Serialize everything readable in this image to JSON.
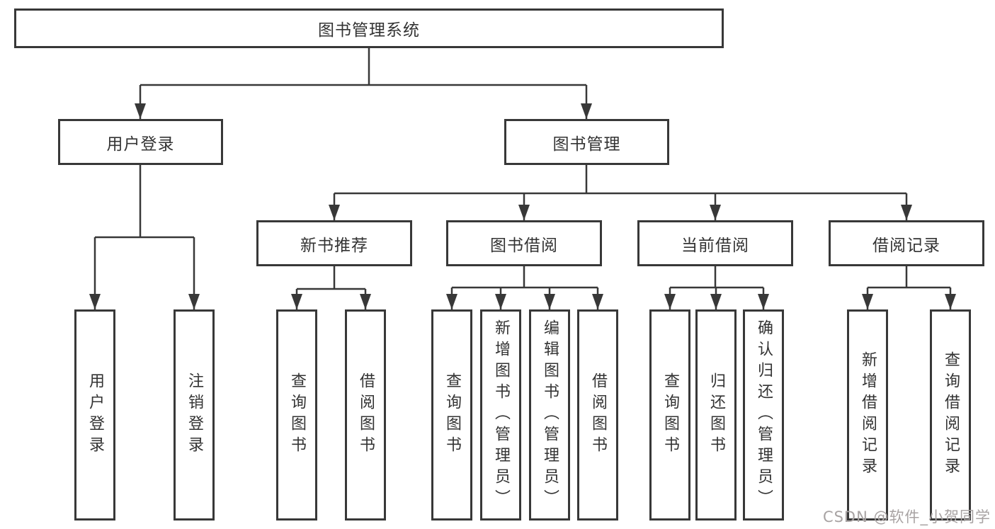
{
  "diagram": {
    "type": "hierarchy-tree",
    "nodes": {
      "root": {
        "label": "图书管理系统"
      },
      "user_login": {
        "label": "用户登录"
      },
      "book_mgmt": {
        "label": "图书管理"
      },
      "new_book_rec": {
        "label": "新书推荐"
      },
      "book_borrow": {
        "label": "图书借阅"
      },
      "current_borrow": {
        "label": "当前借阅"
      },
      "borrow_records": {
        "label": "借阅记录"
      },
      "login_leaf": {
        "label": "用户登录"
      },
      "logout_leaf": {
        "label": "注销登录"
      },
      "rec_query": {
        "label": "查询图书"
      },
      "rec_borrow": {
        "label": "借阅图书"
      },
      "bb_query": {
        "label": "查询图书"
      },
      "bb_add": {
        "label": "新增图书（管理员）"
      },
      "bb_edit": {
        "label": "编辑图书（管理员）"
      },
      "bb_borrow": {
        "label": "借阅图书"
      },
      "cb_query": {
        "label": "查询图书"
      },
      "cb_return": {
        "label": "归还图书"
      },
      "cb_confirm": {
        "label": "确认归还（管理员）"
      },
      "br_add": {
        "label": "新增借阅记录"
      },
      "br_query": {
        "label": "查询借阅记录"
      }
    },
    "edges": [
      "root>user_login",
      "root>book_mgmt",
      "user_login>login_leaf",
      "user_login>logout_leaf",
      "book_mgmt>new_book_rec",
      "book_mgmt>book_borrow",
      "book_mgmt>current_borrow",
      "book_mgmt>borrow_records",
      "new_book_rec>rec_query",
      "new_book_rec>rec_borrow",
      "book_borrow>bb_query",
      "book_borrow>bb_add",
      "book_borrow>bb_edit",
      "book_borrow>bb_borrow",
      "current_borrow>cb_query",
      "current_borrow>cb_return",
      "current_borrow>cb_confirm",
      "borrow_records>br_add",
      "borrow_records>br_query"
    ],
    "colors": {
      "line": "#383838",
      "box_border": "#383838",
      "box_background": "#ffffff",
      "text": "#333333",
      "watermark": "#a8a3a3"
    }
  },
  "watermark": "CSDN @软件_小贺同学"
}
